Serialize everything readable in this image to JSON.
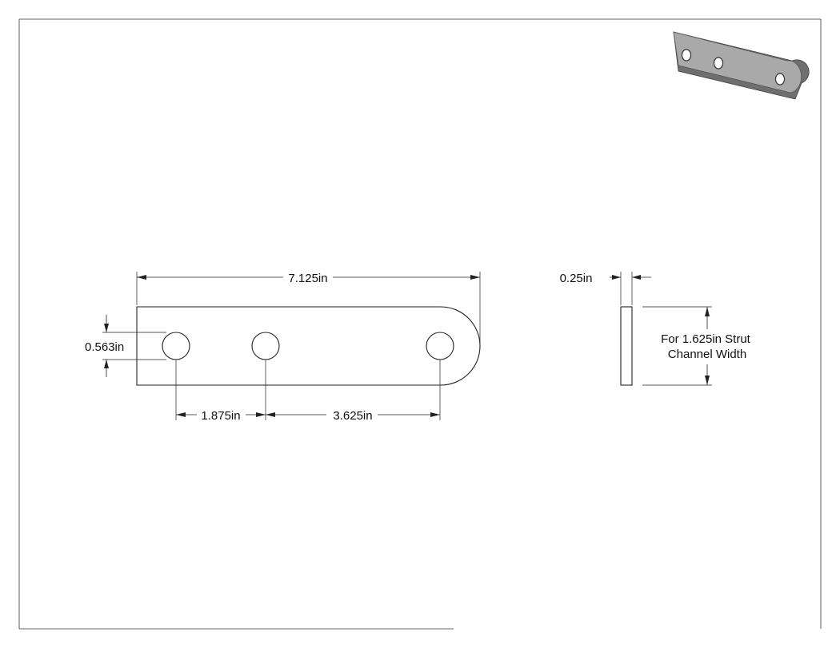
{
  "drawing": {
    "dimensions": {
      "overall_length": "7.125in",
      "hole_diameter": "0.563in",
      "hole_spacing_1": "1.875in",
      "hole_spacing_2": "3.625in",
      "thickness": "0.25in"
    },
    "note": {
      "line1": "For 1.625in Strut",
      "line2": "Channel Width"
    },
    "colors": {
      "line": "#222222",
      "iso_face": "#a9a9a9",
      "iso_edge": "#6f6f6f"
    }
  }
}
